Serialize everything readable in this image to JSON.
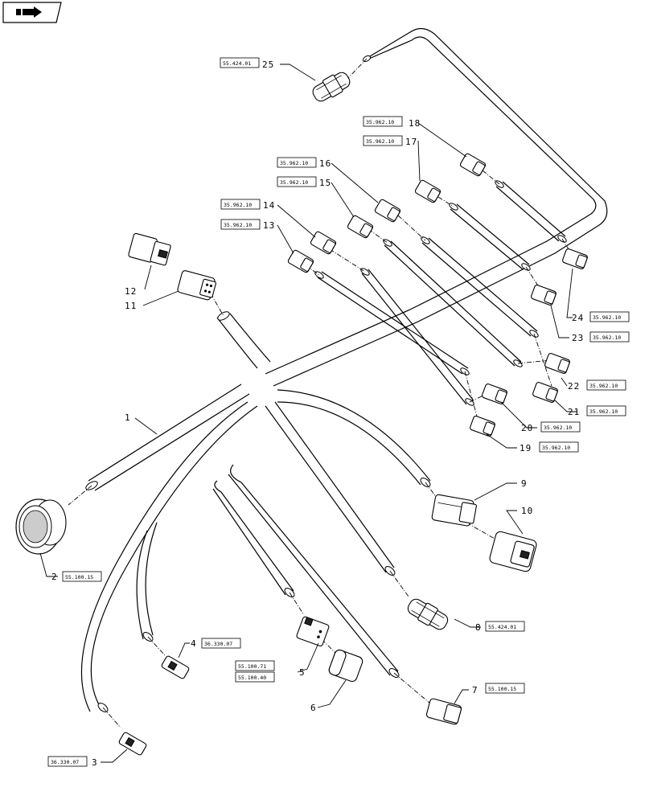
{
  "nav": {
    "icon": "page-back-arrow-icon"
  },
  "callouts": [
    {
      "id": "1",
      "label": "1"
    },
    {
      "id": "2",
      "label": "2",
      "ref": "55.100.15"
    },
    {
      "id": "3",
      "label": "3",
      "ref": "36.330.07"
    },
    {
      "id": "4",
      "label": "4",
      "ref": "36.330.07"
    },
    {
      "id": "5",
      "label": "5",
      "ref": "55.100.71",
      "ref2": "55.100.40"
    },
    {
      "id": "6",
      "label": "6"
    },
    {
      "id": "7",
      "label": "7",
      "ref": "55.100.15"
    },
    {
      "id": "8",
      "label": "8",
      "ref": "55.424.01"
    },
    {
      "id": "9",
      "label": "9"
    },
    {
      "id": "10",
      "label": "10"
    },
    {
      "id": "11",
      "label": "11"
    },
    {
      "id": "12",
      "label": "12"
    },
    {
      "id": "13",
      "label": "13",
      "ref": "35.962.10"
    },
    {
      "id": "14",
      "label": "14",
      "ref": "35.962.10"
    },
    {
      "id": "15",
      "label": "15",
      "ref": "35.962.10"
    },
    {
      "id": "16",
      "label": "16",
      "ref": "35.962.10"
    },
    {
      "id": "17",
      "label": "17",
      "ref": "35.962.10"
    },
    {
      "id": "18",
      "label": "18",
      "ref": "35.962.10"
    },
    {
      "id": "19",
      "label": "19",
      "ref": "35.962.10"
    },
    {
      "id": "20",
      "label": "20",
      "ref": "35.962.10"
    },
    {
      "id": "21",
      "label": "21",
      "ref": "35.962.10"
    },
    {
      "id": "22",
      "label": "22",
      "ref": "35.962.10"
    },
    {
      "id": "23",
      "label": "23",
      "ref": "35.962.10"
    },
    {
      "id": "24",
      "label": "24",
      "ref": "35.962.10"
    },
    {
      "id": "25",
      "label": "25",
      "ref": "55.424.01"
    }
  ]
}
